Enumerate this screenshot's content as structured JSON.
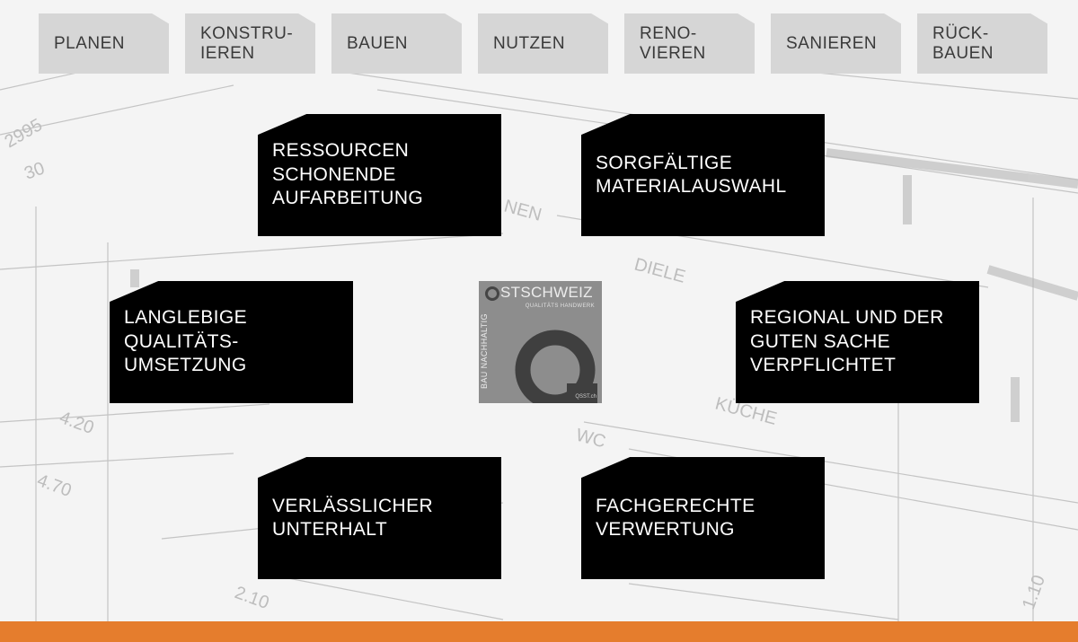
{
  "tabs": [
    {
      "label": "PLANEN"
    },
    {
      "label": "KONSTRU-\nIEREN"
    },
    {
      "label": "BAUEN"
    },
    {
      "label": "NUTZEN"
    },
    {
      "label": "RENO-\nVIEREN"
    },
    {
      "label": "SANIEREN"
    },
    {
      "label": "RÜCK-\nBAUEN"
    }
  ],
  "cards": [
    {
      "text": "RESSOURCEN\nSCHONENDE\nAUFARBEITUNG"
    },
    {
      "text": "SORGFÄLTIGE\nMATERIALAUSWAHL"
    },
    {
      "text": "LANGLEBIGE\nQUALITÄTS-\nUMSETZUNG"
    },
    {
      "text": "REGIONAL UND DER\nGUTEN SACHE\nVERPFLICHTET"
    },
    {
      "text": "VERLÄSSLICHER\nUNTERHALT"
    },
    {
      "text": "FACHGERECHTE\nVERWERTUNG"
    }
  ],
  "logo": {
    "brand": "STSCHWEIZ",
    "subtitle": "QUALITÄTS HANDWERK",
    "vertical_text": "BAU NACHHALTIG",
    "url": "QSST.ch"
  },
  "blueprint_labels": [
    "2995",
    "30",
    "NEN",
    "DIELE",
    "KÜCHE",
    "WC",
    "4.20",
    "4.70",
    "2.10",
    "1.10"
  ],
  "colors": {
    "tab_bg": "#d6d6d6",
    "card_bg": "#000000",
    "card_text": "#ffffff",
    "accent_bar": "#e57d2d",
    "logo_bg": "#8d8d8d"
  }
}
